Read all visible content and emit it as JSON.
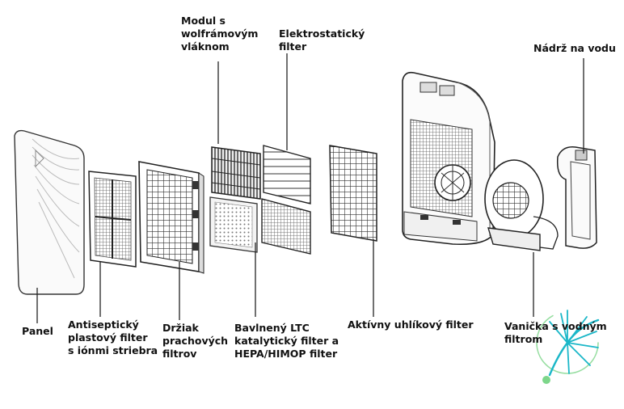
{
  "labels": {
    "panel": "Panel",
    "antiseptic_filter": "Antiseptický\nplastový filter\ns iónmi striebra",
    "dust_filter_holder": "Držiak\nprachových\nfiltrov",
    "tungsten_module": "Modul s\nwolfrámovým\nvláknom",
    "electrostatic_filter": "Elektrostatický\nfilter",
    "cotton_ltc_hepa": "Bavlnený LTC\nkatalytický filter a\nHEPA/HIMOP filter",
    "activated_carbon": "Aktívny uhlíkový filter",
    "water_tank": "Nádrž na vodu",
    "water_tray": "Vanička s vodným\nfiltrom"
  },
  "colors": {
    "line": "#222222",
    "logo_cyan": "#1bb7c8",
    "logo_green": "#7dd68a"
  },
  "icons": [
    "leaf-logo-icon"
  ]
}
